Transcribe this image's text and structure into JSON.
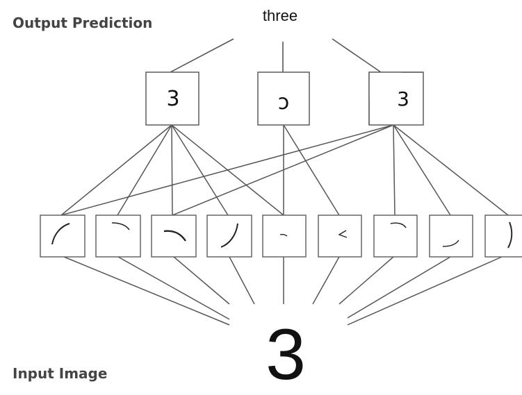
{
  "labels": {
    "output_prediction": "Output Prediction",
    "input_image": "Input Image"
  },
  "prediction": {
    "word": "three"
  },
  "input": {
    "digit": "3"
  },
  "parts": {
    "glyphs": [
      "3",
      "ɔ",
      "3"
    ]
  },
  "colors": {
    "line": "#555555",
    "box_stroke": "#666666",
    "label": "#444444",
    "text": "#111111"
  }
}
